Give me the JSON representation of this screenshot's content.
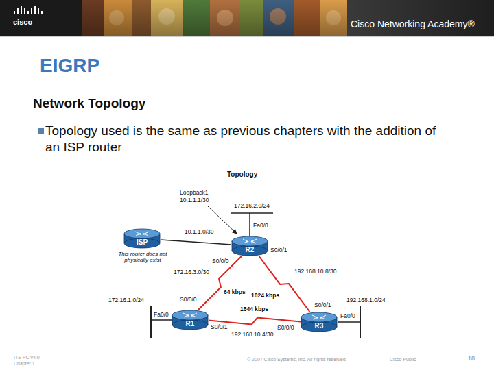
{
  "diagram": {
    "title": "EIGRP",
    "nodes": [
      {
        "text": [
          "ISP"
        ]
      },
      {
        "text": [
          "R2"
        ]
      },
      {
        "text": [
          "R1"
        ]
      },
      {
        "text": [
          "R3"
        ]
      }
    ],
    "edges": [
      {
        "from": 0,
        "to": 1,
        "arrow": "none",
        "label": "10.1.1.0/30"
      },
      {
        "from": 2,
        "to": 1,
        "arrow": "none",
        "label": "172.16.3.0/30"
      },
      {
        "from": 1,
        "to": 3,
        "arrow": "none",
        "label": "192.168.10.8/30"
      },
      {
        "from": 2,
        "to": 3,
        "arrow": "none",
        "label": "192.168.10.4/30"
      }
    ],
    "labels": [
      "cisco",
      "Cisco Networking Academy®",
      "Network Topology",
      "Topology used is the same as previous chapters with the addition of an ISP router",
      "Topology",
      "Loopback1",
      "10.1.1.1/30",
      "172.16.2.0/24",
      "Fa0/0",
      "S0/0/1",
      "S0/0/0",
      "This router does not physically exist",
      "64 kbps",
      "1024 kbps",
      "S0/0/0",
      "S0/0/1",
      "172.16.1.0/24",
      "192.168.1.0/24",
      "Fa0/0",
      "1544 kbps",
      "Fa0/0",
      "S0/0/1",
      "S0/0/0",
      "ITE PC v4.0 Chapter 1",
      "© 2007 Cisco Systems, Inc. All rights reserved.",
      "Cisco Public",
      "18"
    ]
  }
}
